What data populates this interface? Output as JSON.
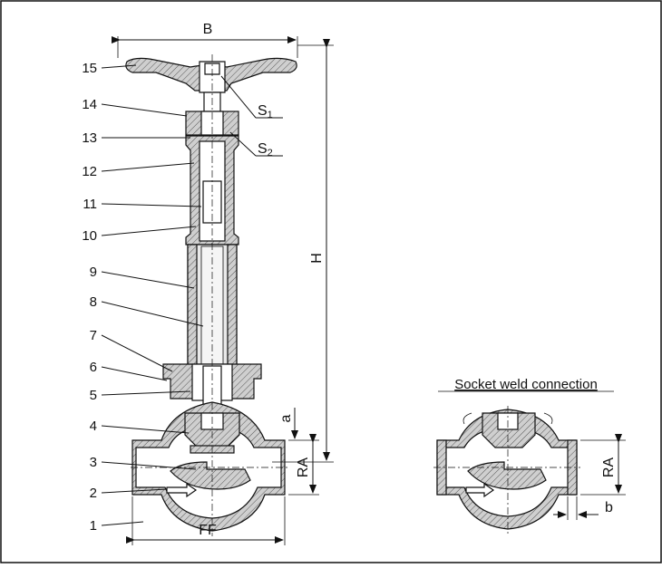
{
  "parts": [
    "15",
    "14",
    "13",
    "12",
    "11",
    "10",
    "9",
    "8",
    "7",
    "6",
    "5",
    "4",
    "3",
    "2",
    "1"
  ],
  "dimensions": {
    "width": "B",
    "height": "H",
    "face_to_face": "FF",
    "connection": "RA",
    "connection_detail": "RA",
    "small_a": "a",
    "small_b": "b"
  },
  "seals": {
    "s1_letter": "S",
    "s1_index": "1",
    "s2_letter": "S",
    "s2_index": "2"
  },
  "detail_caption": "Socket weld connection"
}
